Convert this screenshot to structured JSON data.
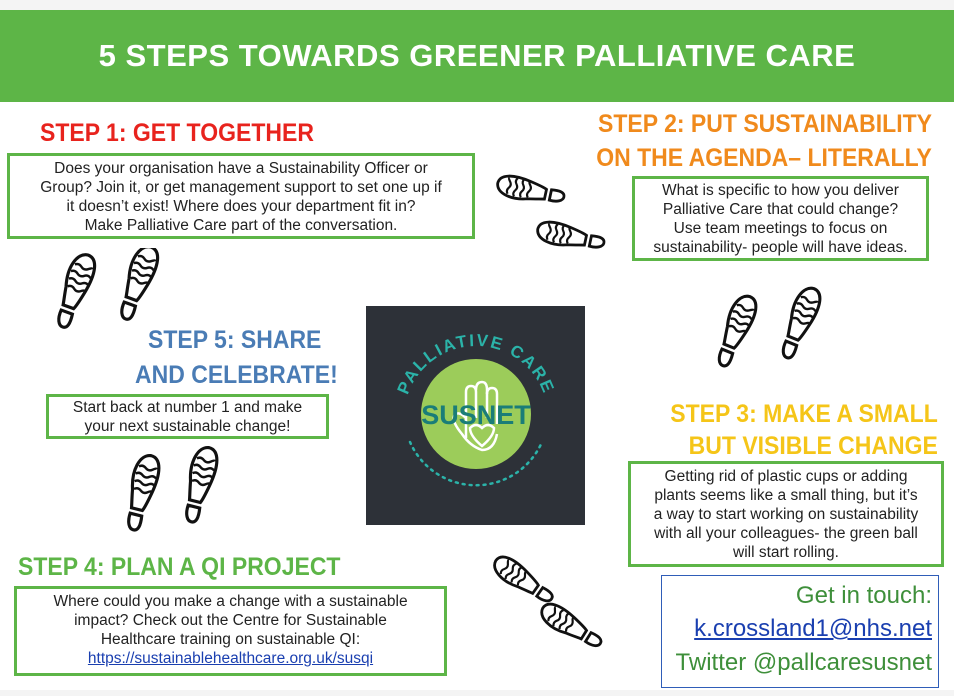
{
  "title": "5 STEPS TOWARDS GREENER PALLIATIVE CARE",
  "steps": {
    "s1": {
      "heading": "STEP 1: GET TOGETHER",
      "color": "#e8231d",
      "lines": [
        "Does your organisation have a Sustainability Officer or",
        "Group? Join it, or get management support to set one up if",
        "it doesn’t exist! Where does your department fit in?",
        "Make Palliative Care part of the conversation."
      ]
    },
    "s2": {
      "heading_line1": "STEP 2: PUT SUSTAINABILITY",
      "heading_line2": "ON THE AGENDA– LITERALLY",
      "color": "#f08a1c",
      "lines": [
        "What is specific to how you deliver",
        "Palliative Care that could change?",
        "Use team meetings to focus on",
        "sustainability- people will have ideas."
      ]
    },
    "s3": {
      "heading_line1": "STEP 3: MAKE A SMALL",
      "heading_line2": "BUT VISIBLE CHANGE",
      "color": "#f5c518",
      "lines": [
        "Getting rid of plastic cups or adding",
        "plants seems like a small thing, but it’s",
        "a way to start working on sustainability",
        "with all your colleagues- the green ball",
        "will start rolling."
      ]
    },
    "s4": {
      "heading": "STEP 4: PLAN A QI PROJECT",
      "color": "#5db547",
      "lines": [
        "Where could you make a change with a sustainable",
        "impact? Check out the Centre for Sustainable",
        "Healthcare training on sustainable QI:"
      ],
      "link": "https://sustainablehealthcare.org.uk/susqi"
    },
    "s5": {
      "heading_line1": "STEP 5: SHARE",
      "heading_line2": "AND CELEBRATE!",
      "color": "#4a7cb5",
      "lines": [
        "Start back at number 1 and make",
        "your next sustainable change!"
      ]
    }
  },
  "logo": {
    "arc_text": "PALLIATIVE CARE",
    "name": "SUSNET"
  },
  "contact": {
    "title": "Get in touch:",
    "email": "k.crossland1@nhs.net",
    "twitter": "Twitter @pallcaresusnet"
  },
  "colors": {
    "green": "#5db547",
    "logo_bg": "#2d3138",
    "logo_teal": "#2bb3a9",
    "logo_circle": "#9ccc5a"
  },
  "icons": [
    "footprints-icon"
  ]
}
